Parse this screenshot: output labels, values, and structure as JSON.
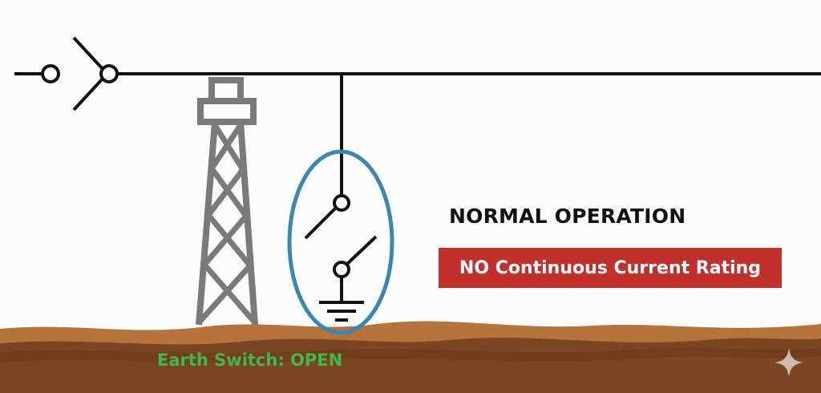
{
  "diagram": {
    "mode_title": "NORMAL OPERATION",
    "rating_banner": "NO Continuous Current Rating",
    "earth_switch_status": "Earth Switch: OPEN"
  },
  "colors": {
    "line": "#111111",
    "tower": "#7a7a7a",
    "earth_switch_outline": "#3b87b4",
    "banner_background": "#c2302b",
    "banner_text": "#ffffff",
    "status_text": "#41b84a",
    "ground_top": "#b6733c",
    "ground_bottom": "#7a4622"
  },
  "icons": {
    "watermark": "sparkle-icon"
  }
}
